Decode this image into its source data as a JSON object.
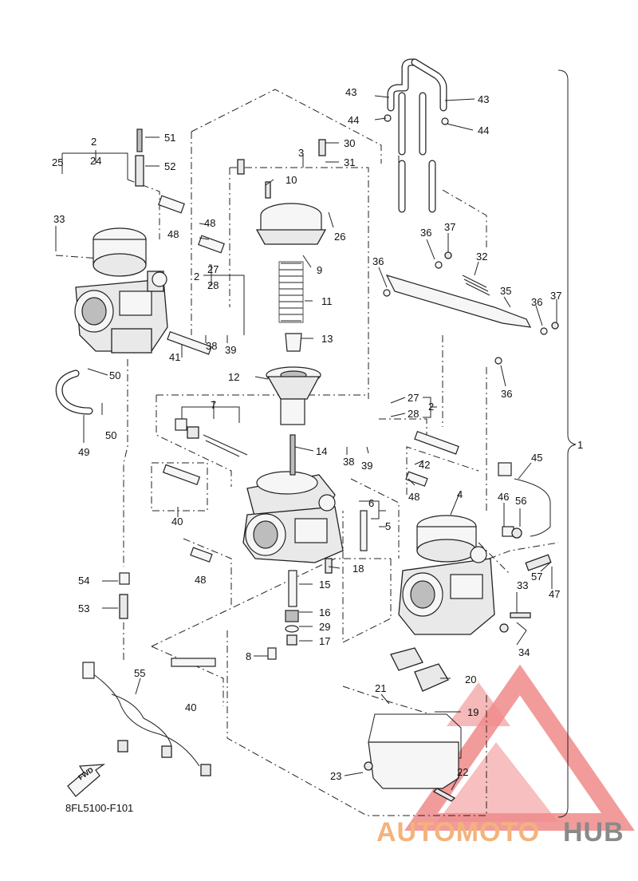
{
  "diagram_code": "8FL5100-F101",
  "fwd_label": "FWD",
  "watermark": {
    "part1": "AUTOMOTO",
    "part2": "HUB",
    "triangle_color": "#f08a8a"
  },
  "callouts": {
    "c1": "1",
    "c2a": "2",
    "c2b": "2",
    "c2c": "2",
    "c3": "3",
    "c4": "4",
    "c5": "5",
    "c6": "6",
    "c7": "7",
    "c8": "8",
    "c9": "9",
    "c10": "10",
    "c11": "11",
    "c12": "12",
    "c13": "13",
    "c14": "14",
    "c15": "15",
    "c16": "16",
    "c17": "17",
    "c18": "18",
    "c19": "19",
    "c20": "20",
    "c21": "21",
    "c22": "22",
    "c23": "23",
    "c24": "24",
    "c25": "25",
    "c26": "26",
    "c27a": "27",
    "c27b": "27",
    "c28a": "28",
    "c28b": "28",
    "c29": "29",
    "c30": "30",
    "c31": "31",
    "c32": "32",
    "c33a": "33",
    "c33b": "33",
    "c34": "34",
    "c35": "35",
    "c36a": "36",
    "c36b": "36",
    "c36c": "36",
    "c36d": "36",
    "c37a": "37",
    "c37b": "37",
    "c38a": "38",
    "c38b": "38",
    "c39a": "39",
    "c39b": "39",
    "c40a": "40",
    "c40b": "40",
    "c41": "41",
    "c42": "42",
    "c43a": "43",
    "c43b": "43",
    "c44a": "44",
    "c44b": "44",
    "c45": "45",
    "c46": "46",
    "c47": "47",
    "c48a": "48",
    "c48b": "48",
    "c48c": "48",
    "c48d": "48",
    "c49": "49",
    "c50a": "50",
    "c50b": "50",
    "c51": "51",
    "c52": "52",
    "c53": "53",
    "c54": "54",
    "c55": "55",
    "c56": "56",
    "c57": "57"
  }
}
